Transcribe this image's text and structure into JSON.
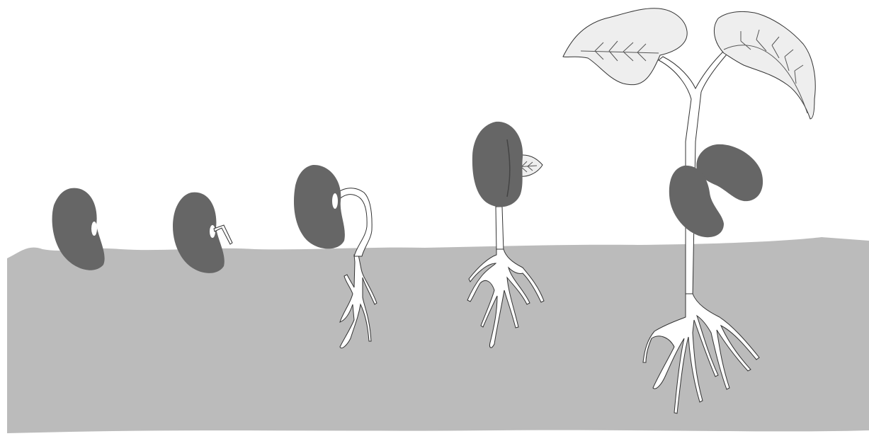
{
  "diagram": {
    "type": "bean-germination-stages",
    "colors": {
      "background": "#ffffff",
      "soil": "#bbbbbb",
      "seed": "#666666",
      "leaf": "#eeeeee",
      "stem_outline": "#333333",
      "root_fill": "#ffffff"
    },
    "stages": [
      {
        "id": 1,
        "parts": [
          "seed",
          "hilum"
        ]
      },
      {
        "id": 2,
        "parts": [
          "seed",
          "hilum",
          "radicle-emerging"
        ]
      },
      {
        "id": 3,
        "parts": [
          "seed",
          "hilum",
          "hypocotyl",
          "roots"
        ]
      },
      {
        "id": 4,
        "parts": [
          "seed",
          "first-leaf",
          "stem",
          "roots"
        ]
      },
      {
        "id": 5,
        "parts": [
          "cotyledons",
          "stem",
          "leaves",
          "roots"
        ]
      }
    ]
  }
}
